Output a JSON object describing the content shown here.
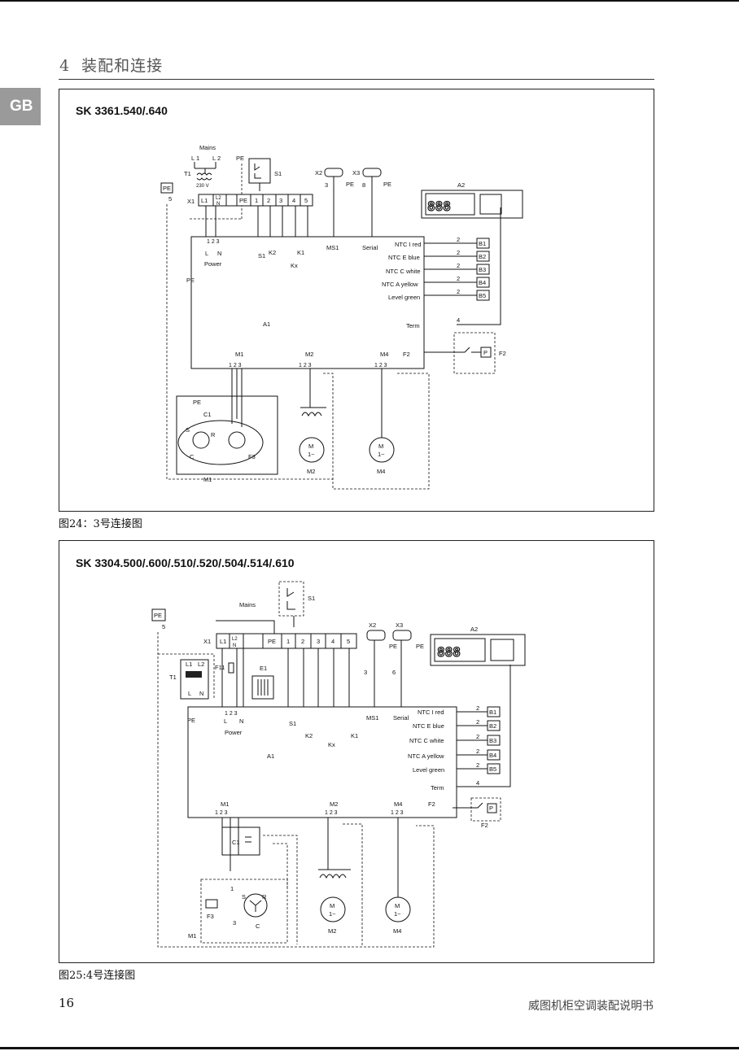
{
  "header": {
    "chapter_number": "4",
    "chapter_title": "装配和连接"
  },
  "side_tab": {
    "label": "GB"
  },
  "figure1": {
    "title": "SK 3361.540/.640",
    "caption": "图24：3号连接图",
    "labels": {
      "mains": "Mains",
      "l1": "L 1",
      "l2": "L 2",
      "pe": "PE",
      "t1": "T1",
      "v230": "230 V",
      "s1": "S1",
      "x1": "X1",
      "x2": "X2",
      "x3": "X3",
      "pe_box": "PE",
      "five": "5",
      "t_l1": "L1",
      "t_l2": "L2",
      "t_n": "N",
      "t_pe": "PE",
      "t_1": "1",
      "t_2": "2",
      "t_3": "3",
      "t_4": "4",
      "t_5": "5",
      "three": "3",
      "eight": "8",
      "a2": "A2",
      "display": "888",
      "l": "L",
      "n": "N",
      "power": "Power",
      "k2": "K2",
      "k1": "K1",
      "kx": "Kx",
      "ms1": "MS1",
      "serial": "Serial",
      "ntc_i": "NTC I red",
      "ntc_e": "NTC E blue",
      "ntc_c": "NTC C white",
      "ntc_a": "NTC A yellow",
      "level": "Level green",
      "b1": "B1",
      "b2": "B2",
      "b3": "B3",
      "b4": "B4",
      "b5": "B5",
      "two": "2",
      "four": "4",
      "a1": "A1",
      "term": "Term",
      "f2": "F2",
      "p": "P",
      "m1": "M1",
      "m2": "M2",
      "m4": "M4",
      "c1": "C1",
      "s": "S",
      "r": "R",
      "c": "C",
      "f3": "F3",
      "m": "M",
      "one_ac": "1~",
      "pins": "1 2 3"
    }
  },
  "figure2": {
    "title": "SK 3304.500/.600/.510/.520/.504/.514/.610",
    "caption": "图25:4号连接图",
    "labels": {
      "mains": "Mains",
      "s1": "S1",
      "x1": "X1",
      "x2": "X2",
      "x3": "X3",
      "pe": "PE",
      "pe_box": "PE",
      "five": "5",
      "t_l1": "L1",
      "t_l2": "L2",
      "t_n": "N",
      "t_pe": "PE",
      "t_1": "1",
      "t_2": "2",
      "t_3": "3",
      "t_4": "4",
      "t_5": "5",
      "t1": "T1",
      "f11": "F11",
      "e1": "E1",
      "three": "3",
      "six": "6",
      "a2": "A2",
      "display": "888",
      "l": "L",
      "n": "N",
      "power": "Power",
      "k2": "K2",
      "k1": "K1",
      "kx": "Kx",
      "ms1": "MS1",
      "serial": "Serial",
      "ntc_i": "NTC I red",
      "ntc_e": "NTC E blue",
      "ntc_c": "NTC C white",
      "ntc_a": "NTC A yellow",
      "level": "Level green",
      "b1": "B1",
      "b2": "B2",
      "b3": "B3",
      "b4": "B4",
      "b5": "B5",
      "two": "2",
      "four": "4",
      "a1": "A1",
      "term": "Term",
      "f2": "F2",
      "p": "P",
      "m1": "M1",
      "m2": "M2",
      "m4": "M4",
      "c1": "C1",
      "s": "S",
      "r": "R",
      "c": "C",
      "f3": "F3",
      "m": "M",
      "one_ac": "1~",
      "one": "1",
      "pins": "1 2 3"
    }
  },
  "footer": {
    "page_number": "16",
    "manual_title": "威图机柜空调装配说明书"
  }
}
